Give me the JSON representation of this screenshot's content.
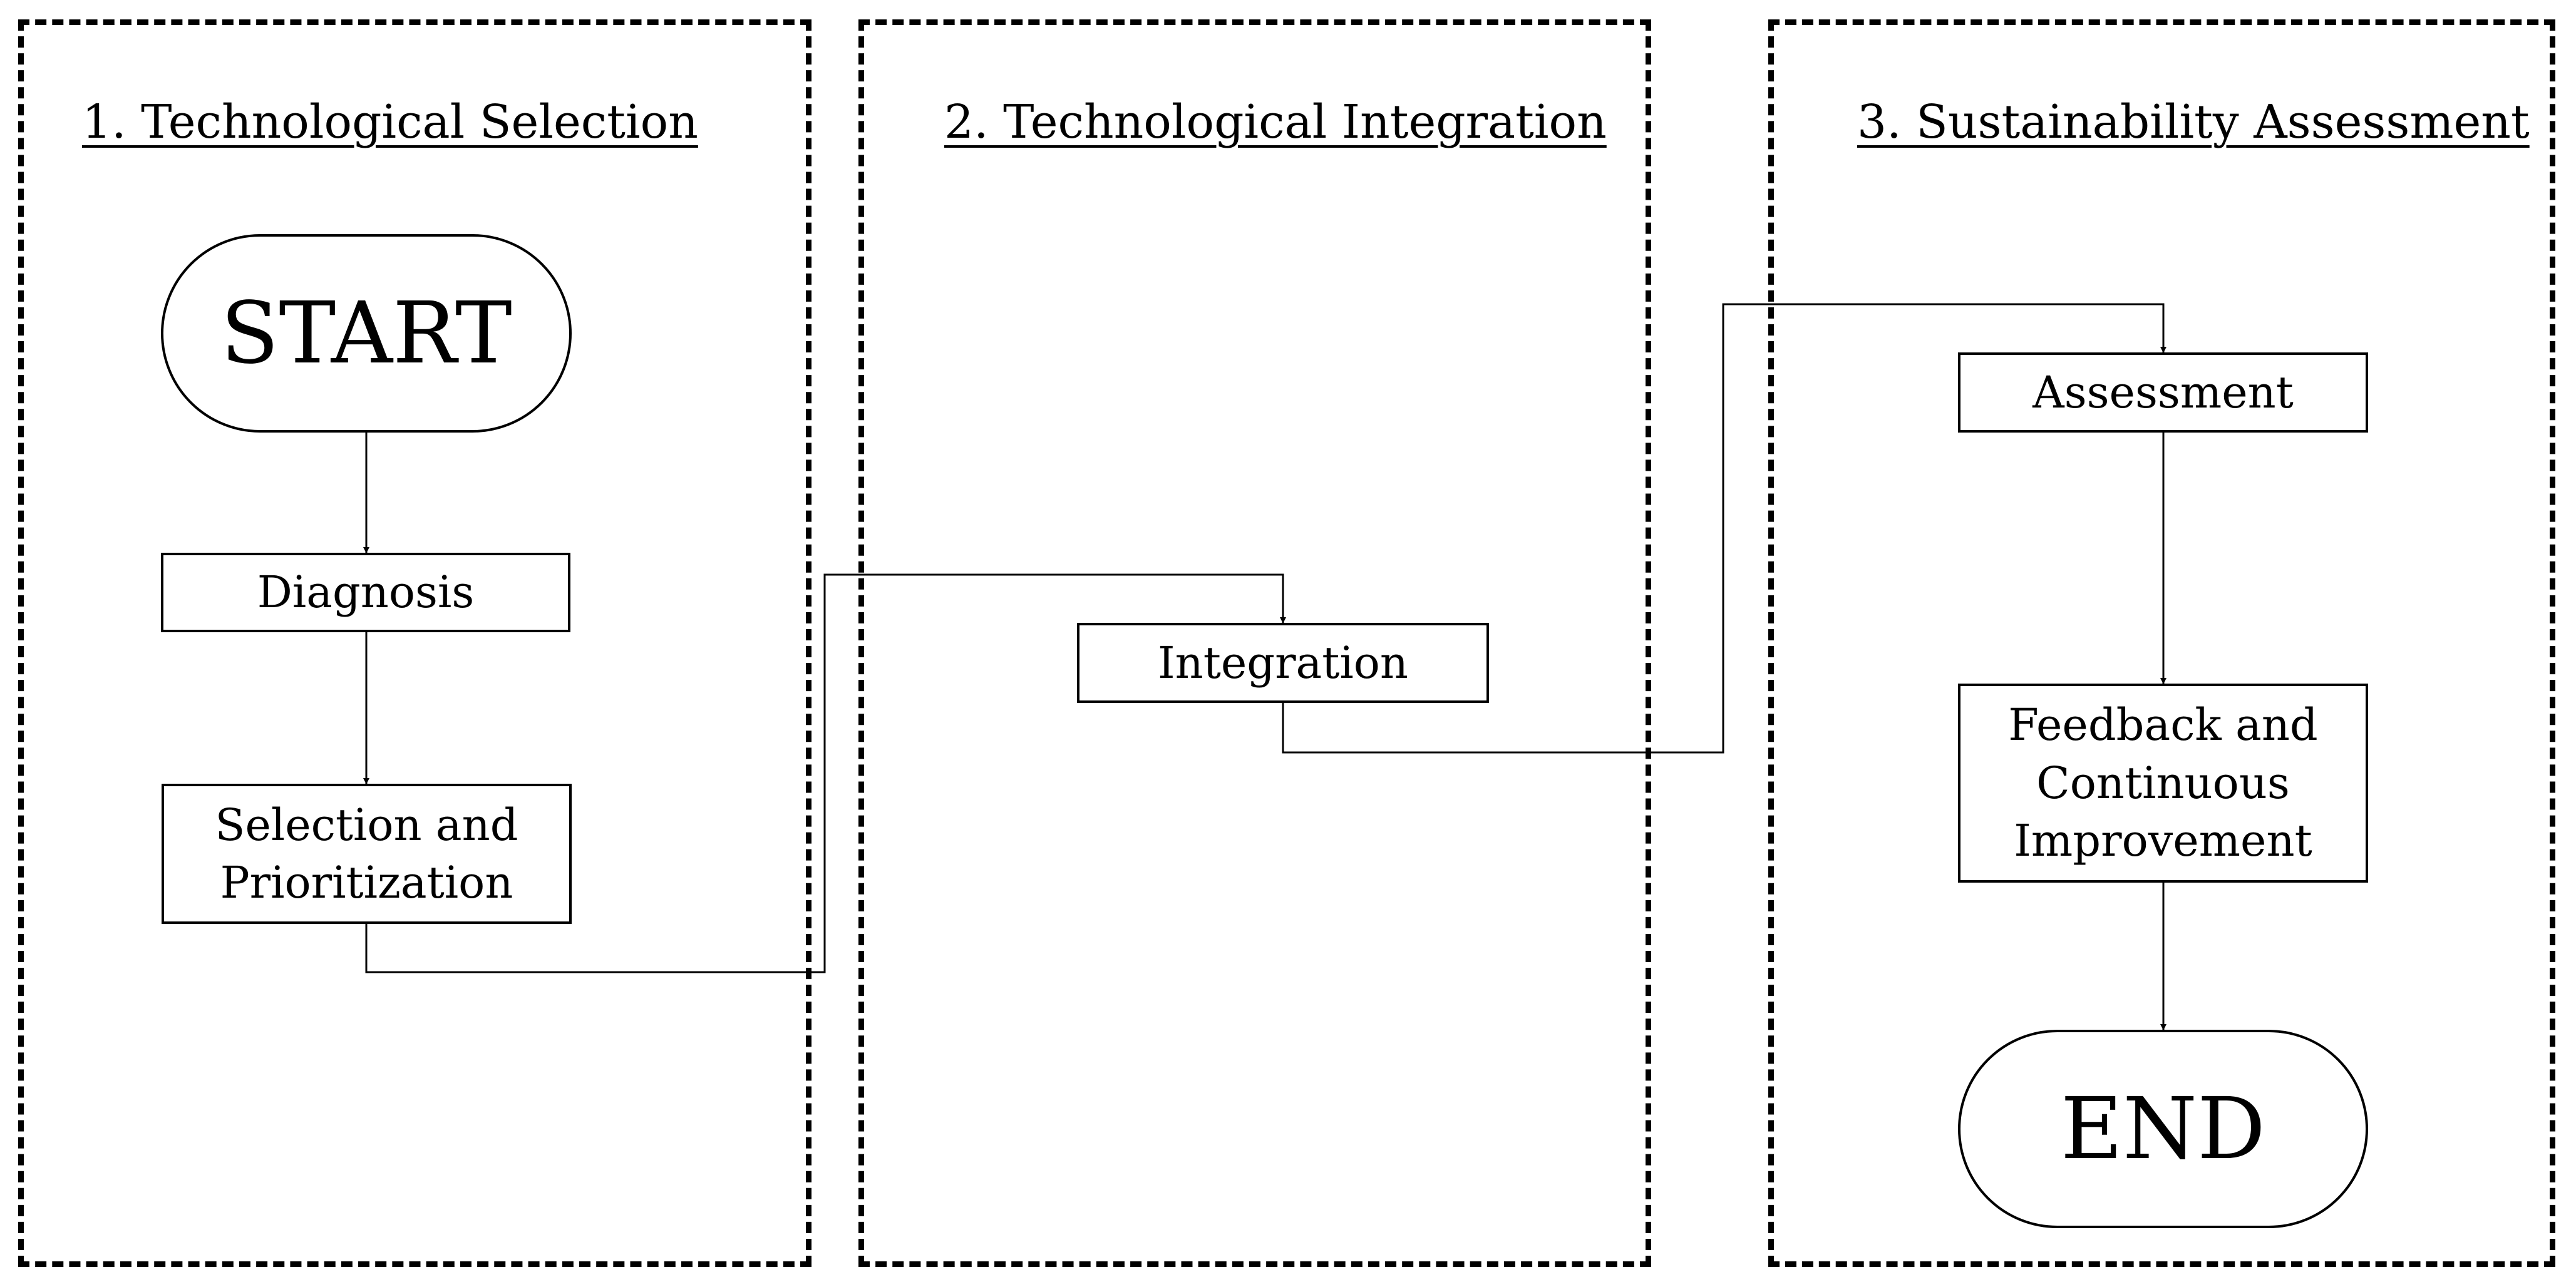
{
  "phases": [
    {
      "title": "1. Technological Selection"
    },
    {
      "title": "2. Technological Integration"
    },
    {
      "title": "3. Sustainability Assessment"
    }
  ],
  "nodes": {
    "start": "START",
    "diagnosis": "Diagnosis",
    "selection": "Selection and\nPrioritization",
    "integration": "Integration",
    "assessment": "Assessment",
    "feedback": "Feedback and\nContinuous\nImprovement",
    "end": "END"
  }
}
